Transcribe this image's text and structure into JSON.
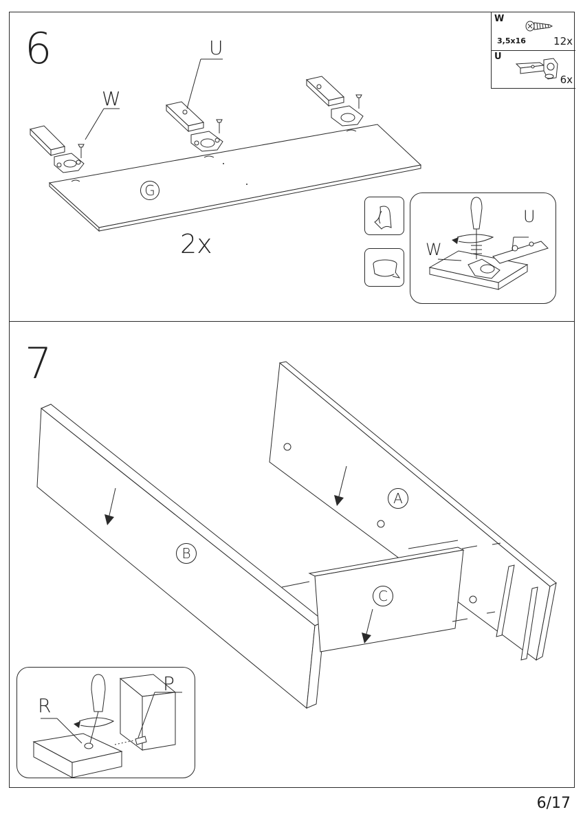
{
  "step6": {
    "number": "6",
    "label_w": "W",
    "label_u": "U",
    "label_g": "G",
    "quantity": "2x",
    "inset_label_u": "U",
    "inset_label_w": "W",
    "icons": [
      "glue-icon",
      "tape-icon"
    ]
  },
  "parts": [
    {
      "letter": "W",
      "spec": "3,5x16",
      "qty": "12x",
      "icon": "screw-icon"
    },
    {
      "letter": "U",
      "spec": "",
      "qty": "6x",
      "icon": "hinge-icon"
    }
  ],
  "step7": {
    "number": "7",
    "panel_a": "A",
    "panel_b": "B",
    "panel_c": "C",
    "inset_label_r": "R",
    "inset_label_p": "P"
  },
  "page_number": "6/17"
}
